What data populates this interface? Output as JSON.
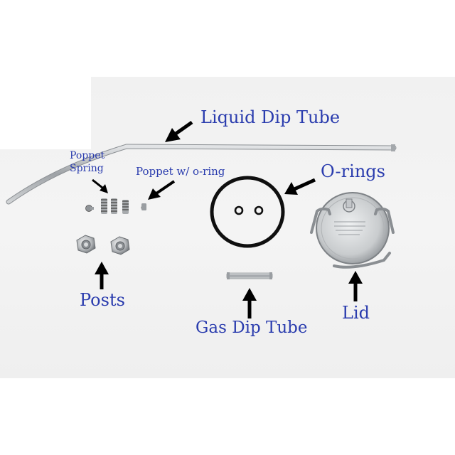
{
  "labels": {
    "liquid_dip_tube": "Liquid Dip Tube",
    "poppet_spring": "Poppet\nSpring",
    "poppet_oring": "Poppet w/ o-ring",
    "orings": "O-rings",
    "posts": "Posts",
    "gas_dip_tube": "Gas Dip Tube",
    "lid": "Lid"
  },
  "colors": {
    "label": "#2a3cae",
    "arrow": "#000000",
    "metal": "#b9bcbf",
    "rubber": "#111111"
  }
}
